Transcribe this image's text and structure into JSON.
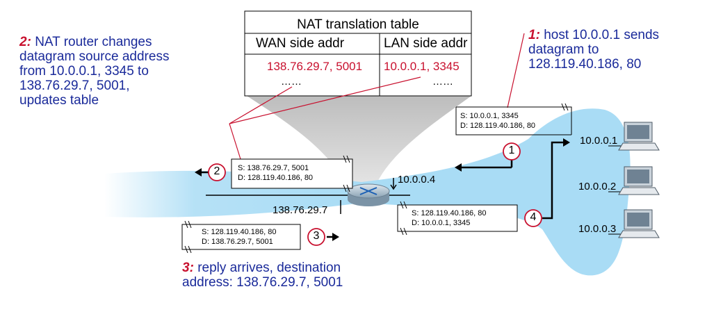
{
  "nat_table": {
    "title": "NAT translation table",
    "col_wan": "WAN side addr",
    "col_lan": "LAN side addr",
    "row1_wan": "138.76.29.7, 5001",
    "row1_lan": "10.0.0.1, 3345",
    "row2_wan": "……",
    "row2_lan": "……"
  },
  "notes": {
    "step2_num": "2:",
    "step2_line1": "NAT router changes",
    "step2_line2": "datagram source address",
    "step2_line3": "from 10.0.0.1, 3345 to",
    "step2_line4": "138.76.29.7, 5001,",
    "step2_line5": "updates table",
    "step1_num": "1:",
    "step1_line1": "host 10.0.0.1 sends",
    "step1_line2": "datagram to",
    "step1_line3": "128.119.40.186, 80",
    "step3_num": "3:",
    "step3_line1": "reply arrives, destination",
    "step3_line2": "address: 138.76.29.7, 5001"
  },
  "packets": {
    "p1_src": "S: 10.0.0.1, 3345",
    "p1_dst": "D: 128.119.40.186, 80",
    "p2_src": "S: 138.76.29.7, 5001",
    "p2_dst": "D: 128.119.40.186, 80",
    "p3_src": "S: 128.119.40.186, 80",
    "p3_dst": "D: 138.76.29.7, 5001",
    "p4_src": "S: 128.119.40.186, 80",
    "p4_dst": "D: 10.0.0.1, 3345"
  },
  "addresses": {
    "router_lan": "10.0.0.4",
    "router_wan": "138.76.29.7",
    "host1": "10.0.0.1",
    "host2": "10.0.0.2",
    "host3": "10.0.0.3"
  },
  "badges": {
    "b1": "1",
    "b2": "2",
    "b3": "3",
    "b4": "4"
  },
  "colors": {
    "accent_red": "#c8102e",
    "text_blue": "#1a2a9a",
    "network_blue": "#a9dcf5"
  }
}
